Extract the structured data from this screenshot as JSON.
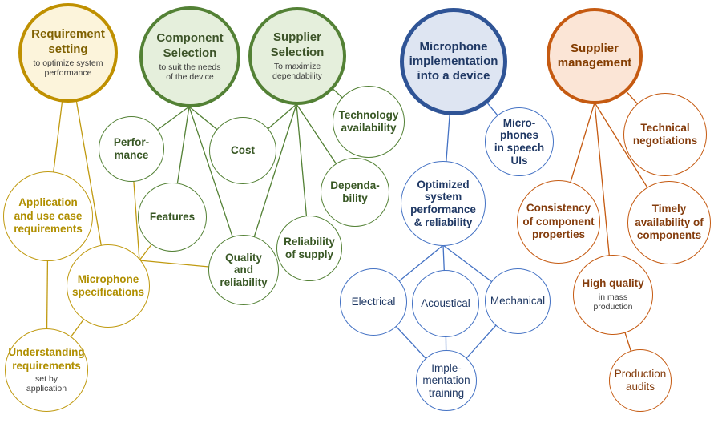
{
  "colors": {
    "gold_border": "#BF9000",
    "gold_fill": "#FCF4DB",
    "gold_title": "#7F6000",
    "gold_label": "#B08F00",
    "green_border": "#538135",
    "green_fill": "#E5EFDC",
    "green_text": "#385724",
    "blue_border": "#2F5496",
    "blue_line": "#4472C4",
    "blue_fill": "#DEE5F2",
    "blue_text": "#1F3864",
    "orange_border": "#C55A11",
    "orange_fill": "#FBE5D6",
    "orange_text": "#843C0C",
    "subtitle_gray": "#3B3B3B",
    "minor_fill": "#FFFFFF"
  },
  "nodes": {
    "requirement_setting": {
      "title": "Requirement\nsetting",
      "subtitle": "to optimize system\nperformance"
    },
    "component_selection": {
      "title": "Component\nSelection",
      "subtitle": "to suit the needs\nof the device"
    },
    "supplier_selection": {
      "title": "Supplier\nSelection",
      "subtitle": "To maximize\ndependability"
    },
    "microphone_implementation": {
      "title": "Microphone\nimplementation\ninto a device"
    },
    "supplier_management": {
      "title": "Supplier\nmanagement"
    },
    "performance": {
      "title": "Perfor-\nmance"
    },
    "cost": {
      "title": "Cost"
    },
    "features": {
      "title": "Features"
    },
    "technology_availability": {
      "title": "Technology\navailability"
    },
    "dependability": {
      "title": "Dependa-\nbility"
    },
    "reliability_of_supply": {
      "title": "Reliability\nof supply"
    },
    "quality_and_reliability": {
      "title": "Quality\nand\nreliability"
    },
    "application_use_case": {
      "title": "Application\nand use case\nrequirements"
    },
    "microphone_specifications": {
      "title": "Microphone\nspecifications"
    },
    "understanding_requirements": {
      "title": "Understanding\nrequirements",
      "subtitle": "set by\napplication"
    },
    "microphones_speech_uis": {
      "title": "Micro-\nphones\nin speech\nUIs"
    },
    "optimized_system": {
      "title": "Optimized\nsystem\nperformance\n& reliability"
    },
    "electrical": {
      "title": "Electrical"
    },
    "acoustical": {
      "title": "Acoustical"
    },
    "mechanical": {
      "title": "Mechanical"
    },
    "implementation_training": {
      "title": "Imple-\nmentation\ntraining"
    },
    "technical_negotiations": {
      "title": "Technical\nnegotiations"
    },
    "consistency_components": {
      "title": "Consistency\nof component\nproperties"
    },
    "timely_availability": {
      "title": "Timely\navailability of\ncomponents"
    },
    "high_quality": {
      "title": "High quality",
      "subtitle": "in mass\nproduction"
    },
    "production_audits": {
      "title": "Production\naudits"
    }
  },
  "edges": [
    {
      "from": "requirement_setting",
      "to": "application_use_case"
    },
    {
      "from": "requirement_setting",
      "to": "microphone_specifications"
    },
    {
      "from": "application_use_case",
      "to": "understanding_requirements"
    },
    {
      "from": "microphone_specifications",
      "to": "understanding_requirements"
    },
    {
      "from": "performance",
      "to": "microphone_specifications"
    },
    {
      "from": "features",
      "to": "microphone_specifications"
    },
    {
      "from": "quality_and_reliability",
      "to": "microphone_specifications"
    },
    {
      "from": "component_selection",
      "to": "performance"
    },
    {
      "from": "component_selection",
      "to": "features"
    },
    {
      "from": "component_selection",
      "to": "cost"
    },
    {
      "from": "component_selection",
      "to": "quality_and_reliability"
    },
    {
      "from": "supplier_selection",
      "to": "cost"
    },
    {
      "from": "supplier_selection",
      "to": "quality_and_reliability"
    },
    {
      "from": "supplier_selection",
      "to": "reliability_of_supply"
    },
    {
      "from": "supplier_selection",
      "to": "dependability"
    },
    {
      "from": "supplier_selection",
      "to": "technology_availability"
    },
    {
      "from": "microphone_implementation",
      "to": "microphones_speech_uis"
    },
    {
      "from": "microphone_implementation",
      "to": "optimized_system"
    },
    {
      "from": "optimized_system",
      "to": "electrical"
    },
    {
      "from": "optimized_system",
      "to": "acoustical"
    },
    {
      "from": "optimized_system",
      "to": "mechanical"
    },
    {
      "from": "electrical",
      "to": "implementation_training"
    },
    {
      "from": "acoustical",
      "to": "implementation_training"
    },
    {
      "from": "mechanical",
      "to": "implementation_training"
    },
    {
      "from": "supplier_management",
      "to": "technical_negotiations"
    },
    {
      "from": "supplier_management",
      "to": "consistency_components"
    },
    {
      "from": "supplier_management",
      "to": "high_quality"
    },
    {
      "from": "supplier_management",
      "to": "timely_availability"
    },
    {
      "from": "high_quality",
      "to": "production_audits"
    }
  ]
}
